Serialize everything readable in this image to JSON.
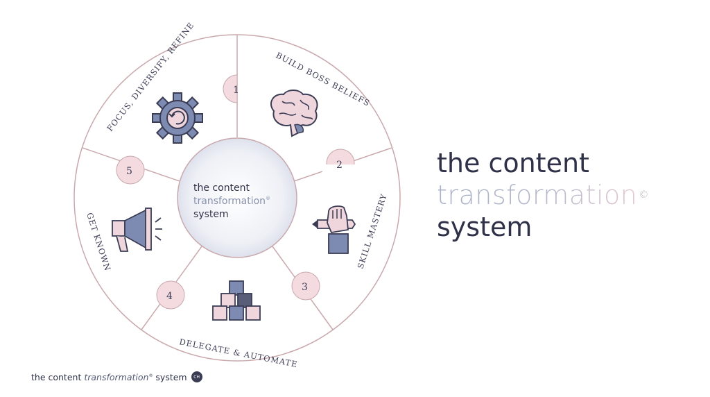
{
  "center": {
    "line1": "the content",
    "line2": "transformation",
    "line2_mark": "®",
    "line3": "system"
  },
  "segments": [
    {
      "number": "1",
      "label": "BUILD BOSS BELIEFS",
      "icon": "brain-icon"
    },
    {
      "number": "2",
      "label": "SKILL MASTERY",
      "icon": "hand-pencil-icon"
    },
    {
      "number": "3",
      "label": "DELEGATE & AUTOMATE",
      "icon": "blocks-icon"
    },
    {
      "number": "4",
      "label": "GET KNOWN",
      "icon": "megaphone-icon"
    },
    {
      "number": "5",
      "label": "FOCUS, DIVERSIFY, REFINE",
      "icon": "gear-icon"
    }
  ],
  "title": {
    "line1": "the content",
    "line2": "transformation",
    "copyright": "©",
    "line3": "system"
  },
  "footer": {
    "text_a": "the content ",
    "text_b": "transformation",
    "mark": "®",
    "text_c": " system",
    "badge": "CH"
  },
  "colors": {
    "ring_line": "#c9a9ad",
    "tab_fill": "#f3dbe0",
    "text": "#2f3148",
    "blue": "#7d8bb3",
    "pink": "#efd5dc"
  }
}
